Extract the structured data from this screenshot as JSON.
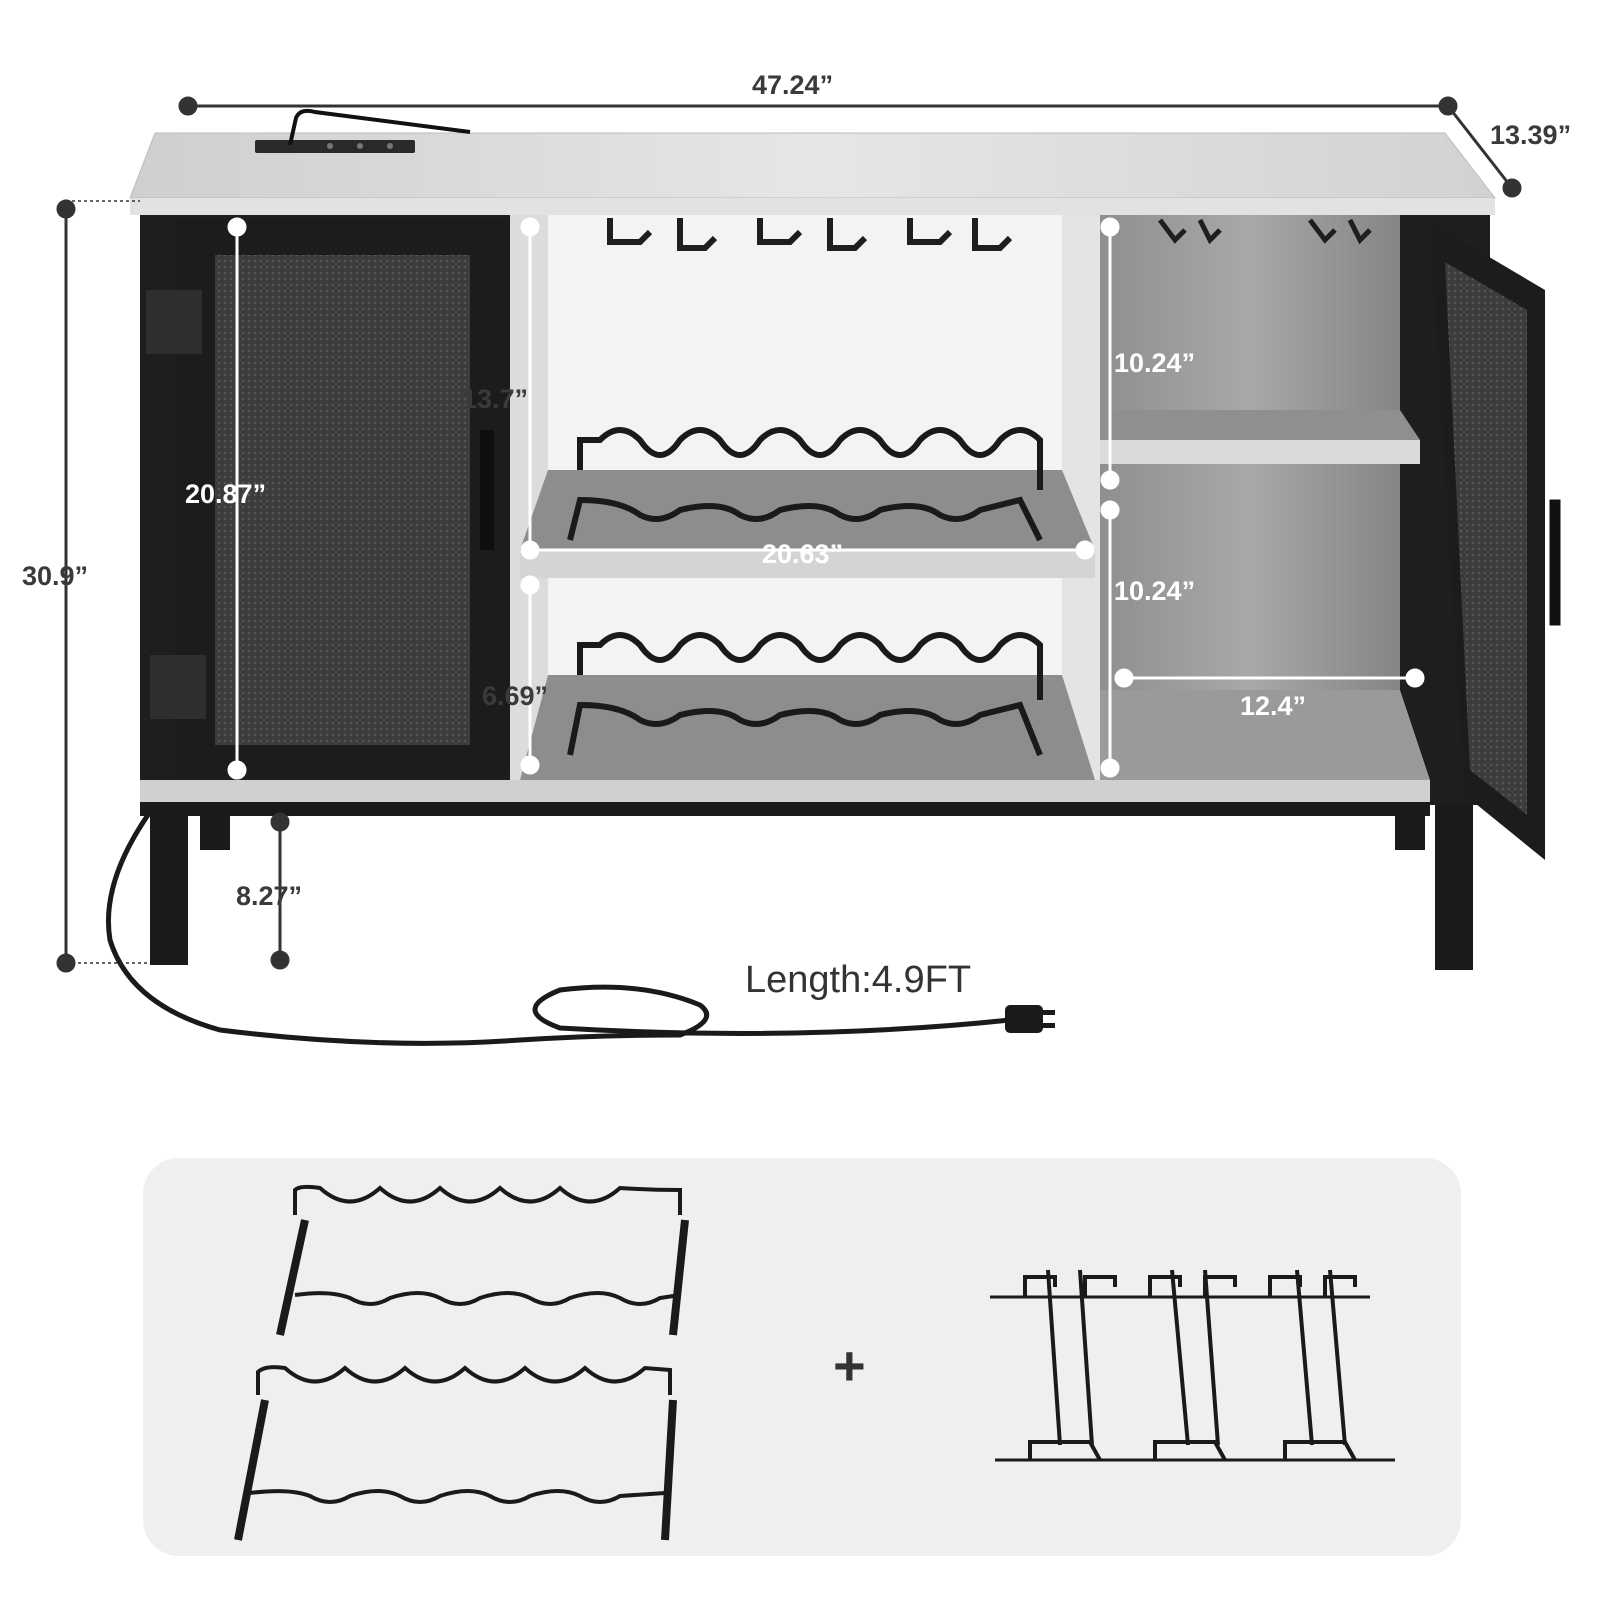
{
  "dimensions": {
    "width": "47.24”",
    "depth": "13.39”",
    "height": "30.9”",
    "door_height": "20.87”",
    "upper_open_height": "13.7”",
    "lower_open_height": "6.69”",
    "open_shelf_width": "20.63”",
    "right_upper_height": "10.24”",
    "right_lower_height": "10.24”",
    "right_shelf_width": "12.4”",
    "leg_height": "8.27”"
  },
  "cord": {
    "length_label": "Length:4.9FT"
  },
  "accessories": {
    "plus": "+"
  },
  "colors": {
    "frame": "#1e1e1e",
    "wood_light": "#d9d9d9",
    "wood_dark": "#8a8a8a",
    "panel_bg": "#efefef",
    "dim_line": "#333333"
  }
}
